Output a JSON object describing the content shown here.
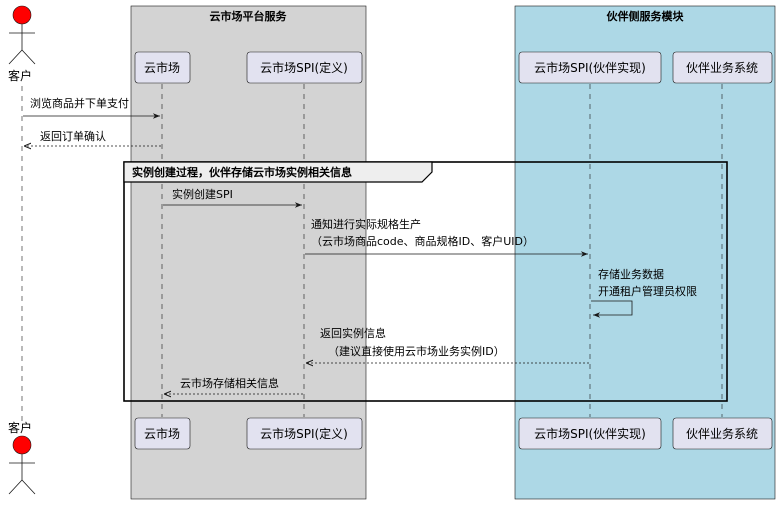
{
  "groups": {
    "cloud": {
      "title": "云市场平台服务",
      "fill": "#d3d3d3"
    },
    "partner": {
      "title": "伙伴侧服务模块",
      "fill": "#add8e6"
    }
  },
  "actor": {
    "label": "客户",
    "color": "#ff0000"
  },
  "participants": {
    "market": "云市场",
    "spi_def": "云市场SPI(定义)",
    "spi_impl": "云市场SPI(伙伴实现)",
    "biz": "伙伴业务系统"
  },
  "fragment": {
    "title": "实例创建过程，伙伴存储云市场实例相关信息"
  },
  "messages": {
    "m1": "浏览商品并下单支付",
    "m2": "返回订单确认",
    "m3": "实例创建SPI",
    "m4_l1": "通知进行实际规格生产",
    "m4_l2": "（云市场商品code、商品规格ID、客户UID）",
    "m5_l1": "存储业务数据",
    "m5_l2": "开通租户管理员权限",
    "m6_l1": "返回实例信息",
    "m6_l2": "（建议直接使用云市场业务实例ID）",
    "m7": "云市场存储相关信息"
  },
  "colors": {
    "participant_fill": "#e2e2f0",
    "participant_border": "#181818",
    "lifeline": "#181818"
  }
}
